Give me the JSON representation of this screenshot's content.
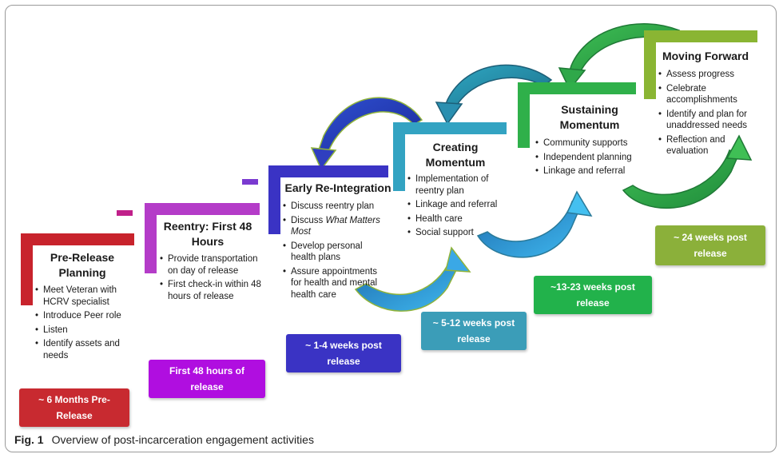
{
  "caption": {
    "label": "Fig. 1",
    "text": "Overview of post-incarceration engagement activities"
  },
  "stages": [
    {
      "id": "pre-release",
      "title": "Pre-Release Planning",
      "color": "#c8232c",
      "bullets": [
        "Meet Veteran with HCRV specialist",
        "Introduce Peer role",
        "Listen",
        "Identify assets and needs"
      ],
      "timeframe": "~ 6 Months Pre-Release"
    },
    {
      "id": "reentry",
      "title": "Reentry: First 48 Hours",
      "color": "#b43cc8",
      "bullets": [
        "Provide transportation on day of release",
        "First check-in within 48 hours of release"
      ],
      "timeframe": "First 48 hours of release"
    },
    {
      "id": "early-reintegration",
      "title": "Early Re-Integration",
      "color": "#3a33c4",
      "bullets_parts": [
        {
          "text": "Discuss reentry plan"
        },
        {
          "text": "Discuss ",
          "italic": "What Matters Most"
        },
        {
          "text": "Develop personal health plans"
        },
        {
          "text": "Assure appointments for health and mental health care"
        }
      ],
      "timeframe": "~ 1-4 weeks post release"
    },
    {
      "id": "creating-momentum",
      "title": "Creating Momentum",
      "color": "#33a3c2",
      "bullets": [
        "Implementation of reentry plan",
        "Linkage and referral",
        "Health care",
        "Social support"
      ],
      "timeframe": "~ 5-12 weeks post release"
    },
    {
      "id": "sustaining-momentum",
      "title": "Sustaining Momentum",
      "color": "#2fb04a",
      "bullets": [
        "Community supports",
        "Independent planning",
        "Linkage and referral"
      ],
      "timeframe": "~13-23 weeks post release"
    },
    {
      "id": "moving-forward",
      "title": "Moving Forward",
      "color": "#8ab533",
      "bullets": [
        "Assess progress",
        "Celebrate accomplishments",
        "Identify and plan for unaddressed needs",
        "Reflection and evaluation"
      ],
      "timeframe": "~ 24 weeks post release"
    }
  ],
  "badge_colors": {
    "pre-release": "#c82a30",
    "reentry": "#b00ee0",
    "early-reintegration": "#3a33c4",
    "creating-momentum": "#3b9db8",
    "sustaining-momentum": "#22b24b",
    "moving-forward": "#8bb03a"
  }
}
